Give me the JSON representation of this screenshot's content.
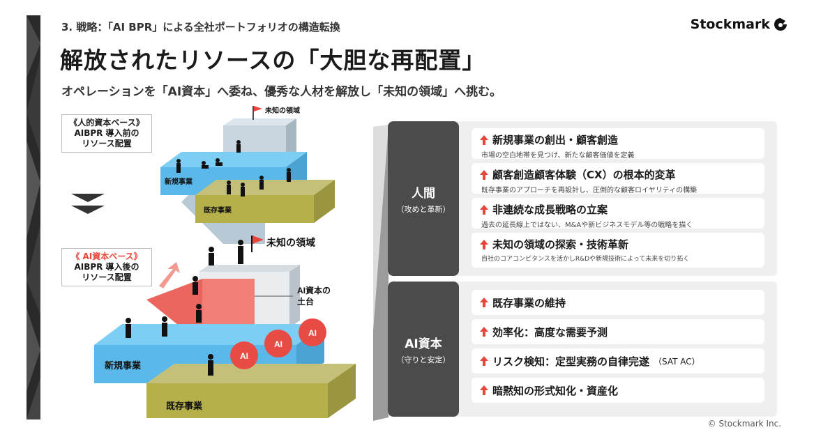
{
  "header": {
    "breadcrumb": "3. 戦略：「AI BPR」による全社ポートフォリオの構造転換",
    "logo_text": "Stockmark",
    "title": "解放されたリソースの「大胆な再配置」",
    "subtitle": "オペレーションを「AI資本」へ委ね、優秀な人材を解放し「未知の領域」へ挑む。"
  },
  "diagram": {
    "before_label": [
      "《人的資本ベース》",
      "AIBPR 導入前の",
      "リソース配置"
    ],
    "after_label": [
      "《 AI資本ベース》",
      "AIBPR 導入後の",
      "リソース配置"
    ],
    "top_flag_label": "未知の領域",
    "bottom_flag_label": "未知の領域",
    "small_new_business": "新規事業",
    "small_existing_business": "既存事業",
    "big_new_business": "新規事業",
    "big_existing_business": "既存事業",
    "ai_foundation": [
      "AI資本の",
      "土台"
    ],
    "ai_circle": "AI"
  },
  "human_group": {
    "title": "人間",
    "subtitle": "（攻めと革新）",
    "items": [
      {
        "head": "新規事業の創出・顧客創造",
        "desc": "市場の空白地帯を見つけ、新たな顧客価値を定義"
      },
      {
        "head": "顧客創造顧客体験（CX）の根本的変革",
        "desc": "既存事業のアプローチを再設計し、圧倒的な顧客ロイヤリティの構築"
      },
      {
        "head": "非連続な成長戦略の立案",
        "desc": "過去の延長線上ではない、M&Aや新ビジネスモデル等の戦略を描く"
      },
      {
        "head": "未知の領域の探索・技術革新",
        "desc": "自社のコアコンピタンスを活かしR&Dや新規技術によって未来を切り拓く"
      }
    ]
  },
  "ai_group": {
    "title": "AI資本",
    "subtitle": "（守りと安定）",
    "items": [
      {
        "head": "既存事業の維持"
      },
      {
        "head": "効率化：高度な需要予測"
      },
      {
        "head": "リスク検知：定型実務の自律完遂",
        "suffix": "（SAT AC）"
      },
      {
        "head": "暗黙知の形式知化・資産化"
      }
    ]
  },
  "footer": {
    "copyright": "© Stockmark Inc."
  },
  "colors": {
    "accent_red": "#e8463a",
    "blue": "#5ab9ea",
    "olive": "#b5b04a",
    "dark": "#4b4b4b"
  }
}
